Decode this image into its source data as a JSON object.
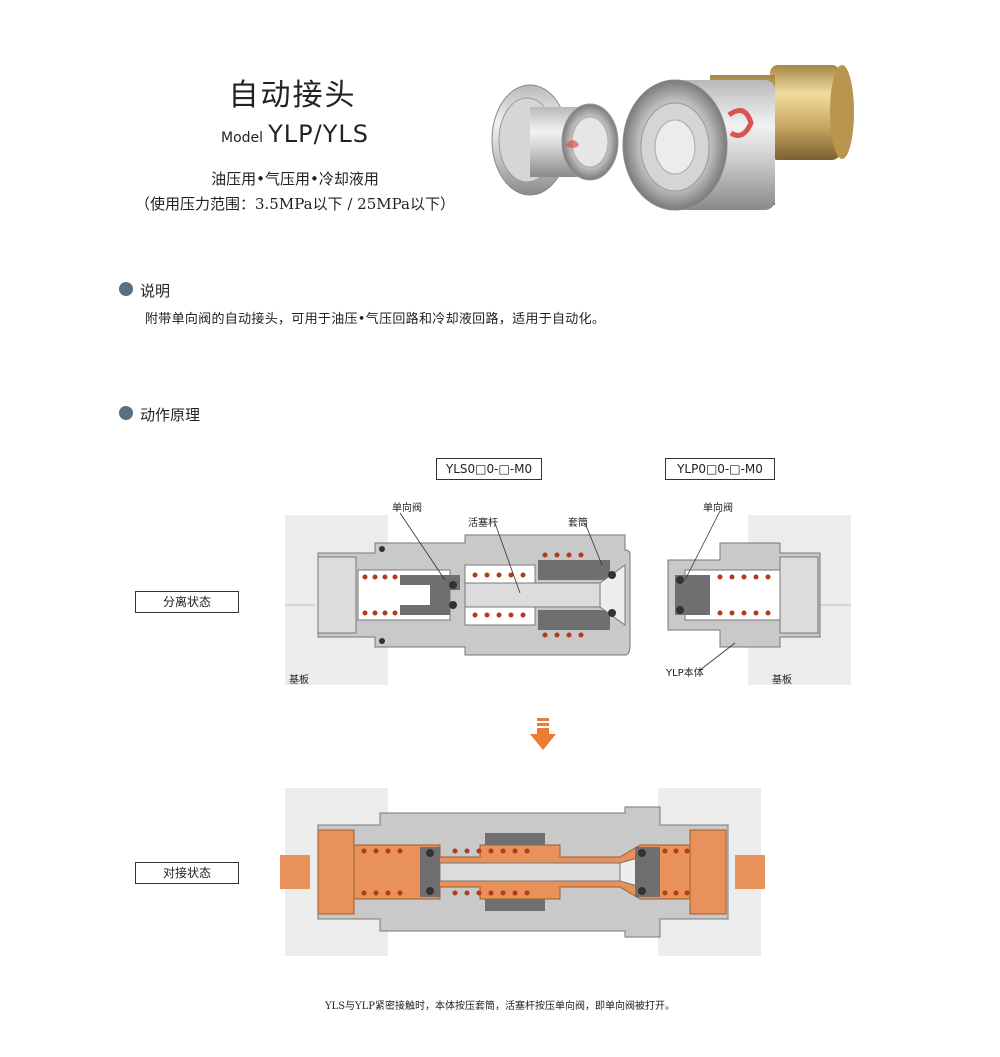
{
  "header": {
    "title": "自动接头",
    "model_prefix": "Model",
    "model_name": "YLP/YLS",
    "usage": "油压用•气压用•冷却液用",
    "pressure": "（使用压力范围：3.5MPa以下 / 25MPa以下）"
  },
  "section_description": {
    "title": "说明",
    "text": "附带单向阀的自动接头，可用于油压•气压回路和冷却液回路，适用于自动化。"
  },
  "section_principle": {
    "title": "动作原理",
    "model_left": "YLS0□0-□-M0",
    "model_right": "YLP0□0-□-M0",
    "labels": {
      "check_valve_left": "单向阀",
      "piston_rod": "活塞杆",
      "sleeve": "套筒",
      "check_valve_right": "单向阀",
      "base_left": "基板",
      "base_right": "基板",
      "ylp_body": "YLP本体"
    },
    "state_separated": "分离状态",
    "state_connected": "对接状态",
    "caption": "YLS与YLP紧密接触时，本体按压套筒，活塞杆按压单向阀，即单向阀被打开。"
  },
  "colors": {
    "bullet": "#5a7080",
    "body_gray": "#c9c9c9",
    "dark_gray": "#6f6f6f",
    "fluid_orange": "#e8915a",
    "spring_red": "#b23a1e",
    "arrow_orange": "#ee7b33",
    "base_plate": "#ececec"
  }
}
